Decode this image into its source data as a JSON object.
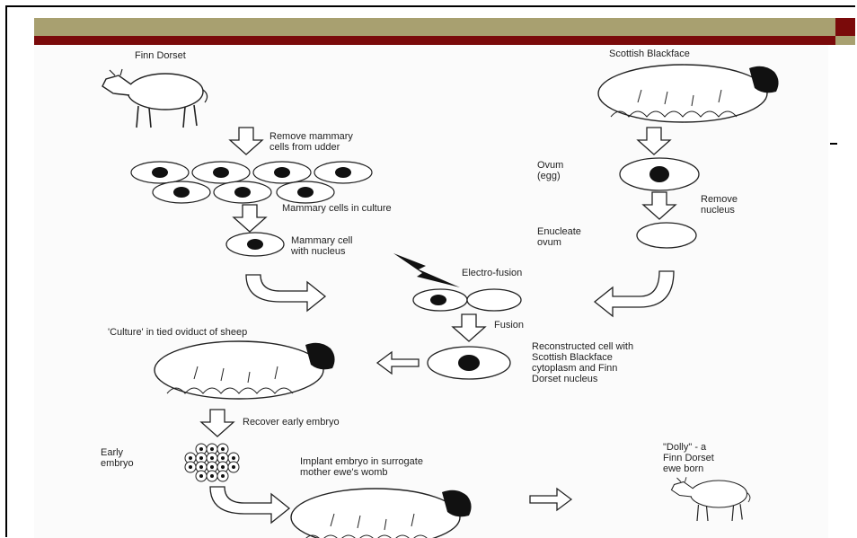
{
  "colors": {
    "band_olive": "#a8a070",
    "band_red": "#7a0a0a"
  },
  "labels": {
    "finn_dorset": "Finn Dorset",
    "scottish_blackface": "Scottish Blackface",
    "remove_mammary": "Remove mammary\ncells from udder",
    "mammary_culture": "Mammary cells in culture",
    "mammary_cell": "Mammary cell\nwith nucleus",
    "ovum": "Ovum\n(egg)",
    "remove_nucleus": "Remove\nnucleus",
    "enucleate": "Enucleate\novum",
    "electro_fusion": "Electro-fusion",
    "fusion": "Fusion",
    "culture_oviduct": "'Culture' in tied oviduct of sheep",
    "reconstructed": "Reconstructed cell with\nScottish Blackface\ncytoplasm and Finn\nDorset nucleus",
    "recover_embryo": "Recover early embryo",
    "early_embryo": "Early\nembryo",
    "implant": "Implant embryo in surrogate\nmother ewe's womb",
    "dolly": "\"Dolly\" - a\nFinn Dorset\newe born"
  }
}
